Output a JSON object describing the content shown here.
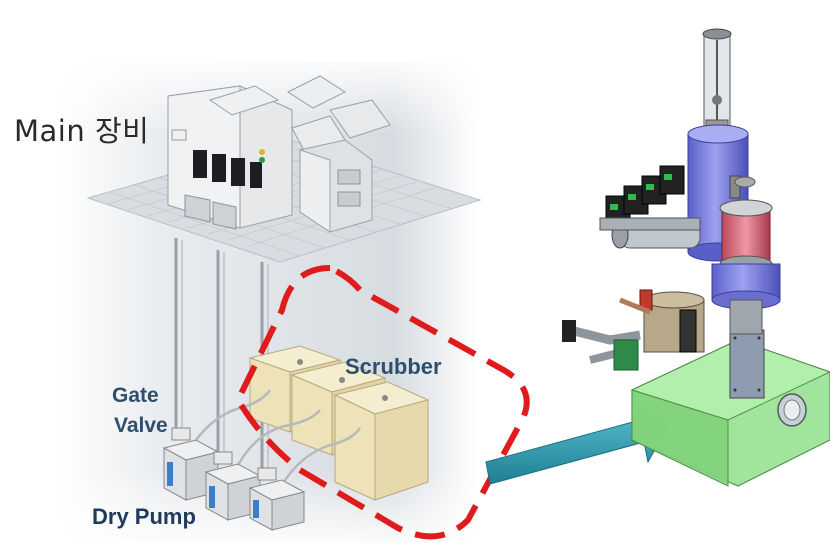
{
  "labels": {
    "main": "Main 장비",
    "scrubber": "Scrubber",
    "gate_valve_line1": "Gate",
    "gate_valve_line2": "Valve",
    "dry_pump": "Dry Pump"
  },
  "colors": {
    "highlight_dash": "#e01b1b",
    "arrow": "#2e9bb0",
    "scrubber_box": "#efe6c4",
    "tank": "#8fe08a",
    "chamber_blue": "#7b7fe0",
    "chamber_red": "#d96d7a",
    "label_blue": "#2f4f6f"
  }
}
